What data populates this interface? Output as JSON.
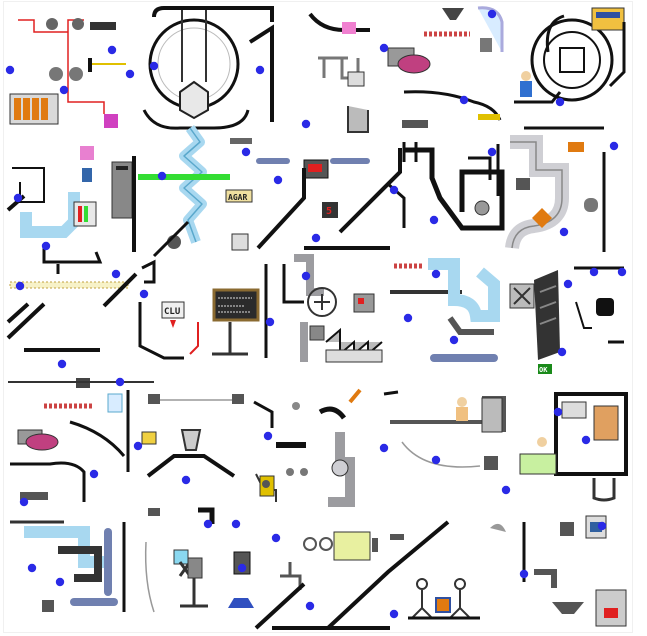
{
  "sheet": {
    "background": "#ffffff",
    "tile_columns": 5,
    "tile_rows": 5
  },
  "colors": {
    "wall": "#111111",
    "pipe": "#9c9ca0",
    "pipe_light": "#cfcfd4",
    "ice": "#a8d8f0",
    "beam": "#33dd33",
    "dot": "#2a2ae6",
    "wire_red": "#e02020",
    "yellow_wire": "#e0c000",
    "orange": "#e07a10",
    "screen": "#2b2b2b"
  },
  "labels": {
    "agar": "AGAR",
    "ok": "OK",
    "clu": "CLU",
    "counter": "5"
  },
  "icons": [
    "blue-node-icon",
    "valve-icon",
    "gear-icon",
    "skull-icon",
    "radiation-icon",
    "fan-icon",
    "pump-icon",
    "cannon-icon",
    "scientist-icon",
    "computer-monitor-icon",
    "pressure-gauge-icon",
    "conveyor-icon"
  ]
}
